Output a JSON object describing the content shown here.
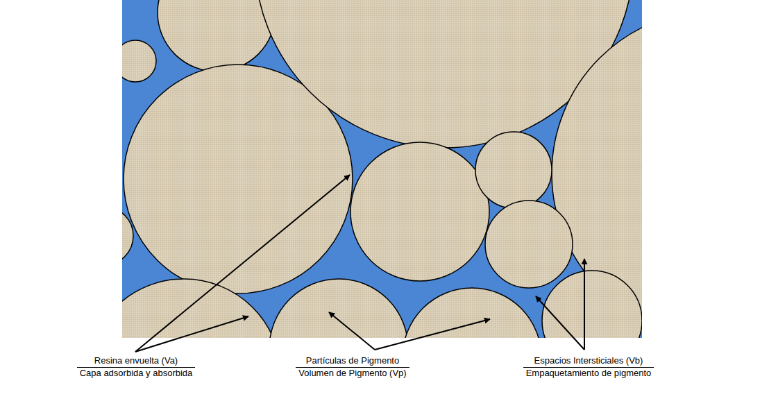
{
  "diagram": {
    "labels": [
      "Resina envuelta (Va)",
      "Capa adsorbida y absorbida",
      "Partículas de Pigmento",
      "Volumen de Pigmento (Vp)",
      "Espacios Intersticiales (Vb)",
      "Empaquetamiento de pigmento"
    ]
  }
}
